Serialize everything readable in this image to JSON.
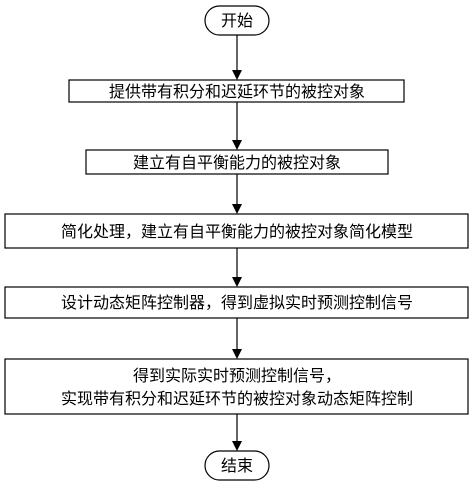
{
  "flowchart": {
    "start": "开始",
    "steps": [
      [
        "提供带有积分和迟延环节的被控对象"
      ],
      [
        "建立有自平衡能力的被控对象"
      ],
      [
        "简化处理，建立有自平衡能力的被控对象简化模型"
      ],
      [
        "设计动态矩阵控制器，得到虚拟实时预测控制信号"
      ],
      [
        "得到实际实时预测控制信号，",
        "实现带有积分和迟延环节的被控对象动态矩阵控制"
      ]
    ],
    "end": "结束"
  }
}
